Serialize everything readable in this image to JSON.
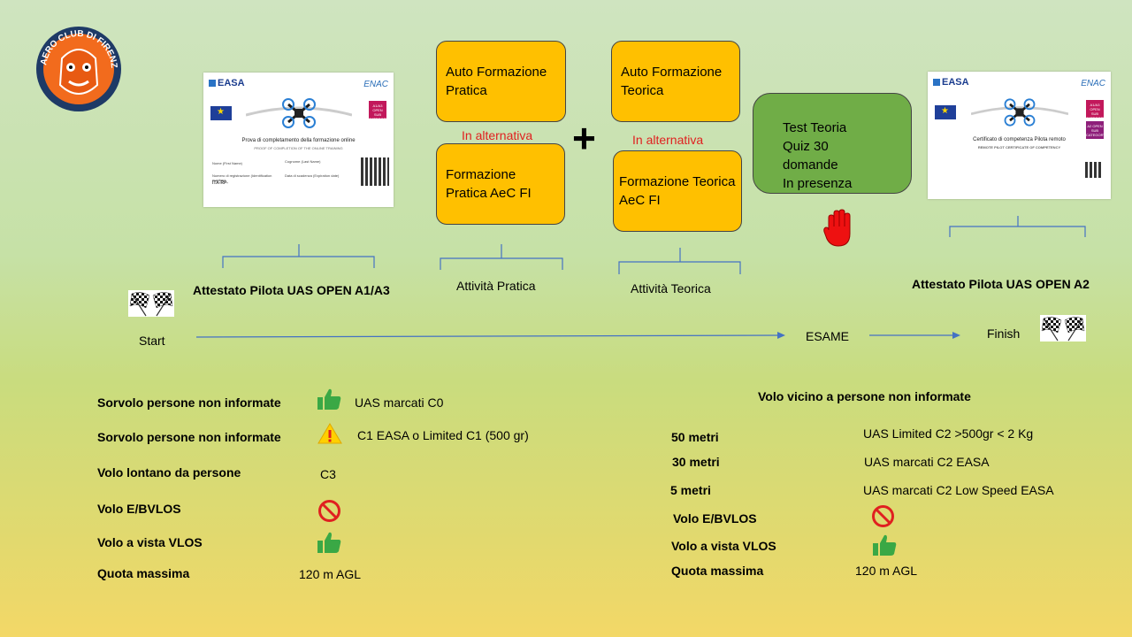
{
  "logo": {
    "text": "AERO CLUB DI FIRENZE"
  },
  "cert_a1": {
    "easa": "EASA",
    "enac": "ENAC",
    "title": "Prova di completamento della formazione online",
    "subtitle": "PROOF OF COMPLETION OF THE ONLINE TRAINING",
    "f_name": "Nome (First Name)",
    "f_surname": "Cognome (Last Name)",
    "f_reg": "Numero di registrazione (Identification number)",
    "f_reg_val": "ITA-RP-",
    "f_exp": "Data di scadenza (Expiration date)",
    "badge": "A1/A3 OPEN SUB CATEGORY"
  },
  "cert_a2": {
    "easa": "EASA",
    "enac": "ENAC",
    "title": "Certificato di competenza Pilota remoto",
    "subtitle": "REMOTE PILOT CERTIFICATE OF COMPETENCY",
    "badge1": "A1/A3 OPEN SUB CATEGORY",
    "badge2": "A2 OPEN SUB CATEGORY"
  },
  "boxes": {
    "auto_pratica": "Auto Formazione Pratica",
    "form_pratica": "Formazione Pratica AeC FI",
    "auto_teorica": "Auto Formazione Teorica",
    "form_teorica": "Formazione Teorica AeC FI",
    "test_teoria_1": "Test Teoria",
    "test_teoria_2": "Quiz 30 domande",
    "test_teoria_3": "In presenza"
  },
  "in_alternativa": "In alternativa",
  "plus": "+",
  "labels": {
    "attestato_a1": "Attestato Pilota UAS OPEN A1/A3",
    "attivita_pratica": "Attività Pratica",
    "attivita_teorica": "Attività Teorica",
    "attestato_a2": "Attestato Pilota UAS OPEN A2",
    "start": "Start",
    "esame": "ESAME",
    "finish": "Finish"
  },
  "left_rules": [
    {
      "label": "Sorvolo persone non informate",
      "icon": "thumbs-up-icon",
      "value": "UAS marcati C0"
    },
    {
      "label": "Sorvolo persone non informate",
      "icon": "warning-icon",
      "value": "C1 EASA o Limited C1 (500 gr)"
    },
    {
      "label": "Volo lontano da persone",
      "icon": "",
      "value": "C3"
    },
    {
      "label": "Volo E/BVLOS",
      "icon": "prohibited-icon",
      "value": ""
    },
    {
      "label": "Volo a vista  VLOS",
      "icon": "thumbs-up-icon",
      "value": ""
    },
    {
      "label": "Quota massima",
      "icon": "",
      "value": "120 m AGL"
    }
  ],
  "right_header": "Volo vicino a persone non informate",
  "right_rules": [
    {
      "label": "50 metri",
      "value": "UAS Limited C2  >500gr  < 2 Kg"
    },
    {
      "label": "30 metri",
      "value": "UAS marcati C2 EASA"
    },
    {
      "label": " 5 metri",
      "value": "UAS marcati C2 Low Speed  EASA"
    },
    {
      "label": "Volo E/BVLOS",
      "icon": "prohibited-icon",
      "value": ""
    },
    {
      "label": "Volo a vista  VLOS",
      "icon": "thumbs-up-icon",
      "value": ""
    },
    {
      "label": "Quota massima",
      "value": "120 m AGL"
    }
  ],
  "colors": {
    "yellow_box": "#ffc000",
    "green_box": "#70ad47",
    "red_text": "#e02020",
    "line_blue": "#4472c4"
  }
}
